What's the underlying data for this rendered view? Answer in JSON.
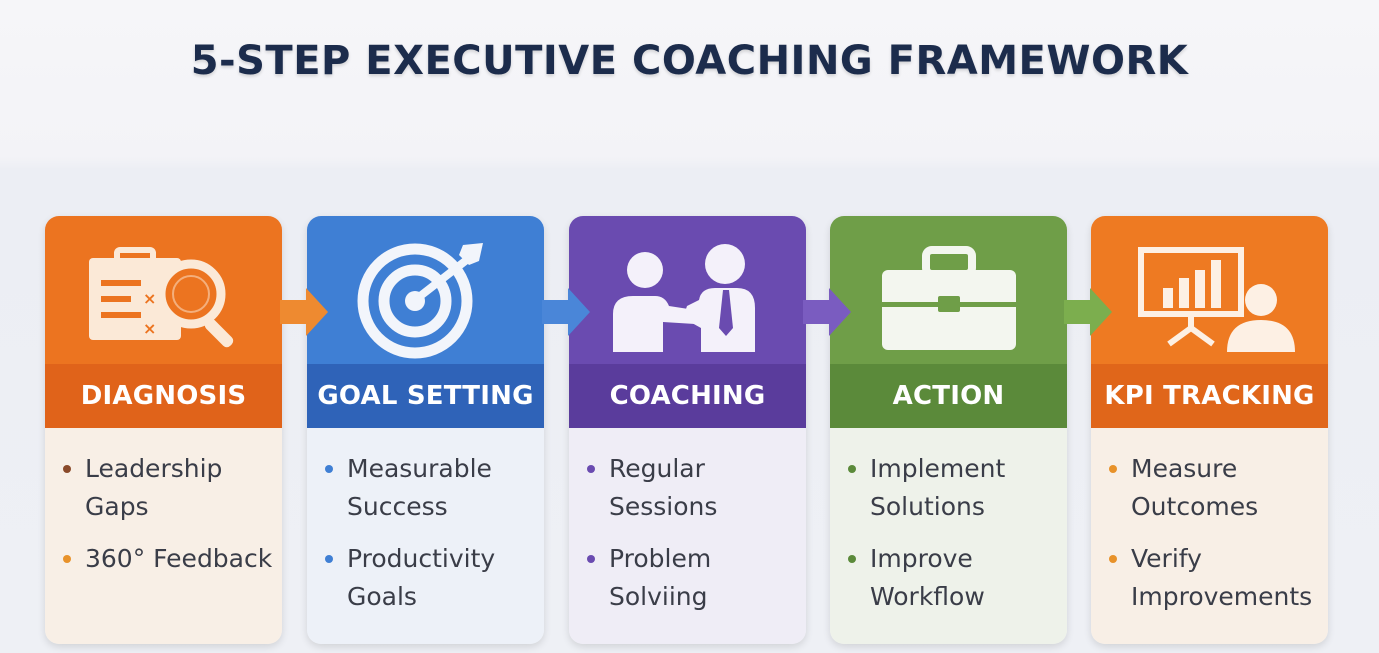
{
  "title": "5-STEP EXECUTIVE COACHING FRAMEWORK",
  "steps": [
    {
      "label": "DIAGNOSIS",
      "icon": "clipboard-magnifier-icon",
      "head_color": "#ec7420",
      "band_color": "#e0631a",
      "body_color": "#f8efe6",
      "dot_colors": [
        "#8a4a2a",
        "#e8922a"
      ],
      "bullets": [
        "Leadership\nGaps",
        "360° Feedback"
      ]
    },
    {
      "label": "GOAL SETTING",
      "icon": "target-arrow-icon",
      "head_color": "#3f7fd4",
      "band_color": "#2f63b8",
      "body_color": "#edf1f8",
      "dot_colors": [
        "#3f7fd4",
        "#3f7fd4"
      ],
      "bullets": [
        "Measurable\nSuccess",
        "Productivity\nGoals"
      ]
    },
    {
      "label": "COACHING",
      "icon": "two-people-icon",
      "head_color": "#6a4bb0",
      "band_color": "#5a3c9c",
      "body_color": "#efedf6",
      "dot_colors": [
        "#6a4bb0",
        "#6a4bb0"
      ],
      "bullets": [
        "Regular\nSessions",
        "Problem\nSolviing"
      ]
    },
    {
      "label": "ACTION",
      "icon": "briefcase-icon",
      "head_color": "#6f9e48",
      "band_color": "#5b8a3a",
      "body_color": "#eef2ea",
      "dot_colors": [
        "#5b8a3a",
        "#5b8a3a"
      ],
      "bullets": [
        "Implement\nSolutions",
        "Improve\nWorkflow"
      ]
    },
    {
      "label": "KPI TRACKING",
      "icon": "presentation-chart-person-icon",
      "head_color": "#ee7a22",
      "band_color": "#e0661a",
      "body_color": "#f8efe6",
      "dot_colors": [
        "#e8922a",
        "#e8922a"
      ],
      "bullets": [
        "Measure\nOutcomes",
        "Verify\nImprovements"
      ]
    }
  ],
  "arrow_colors": [
    "#ee8a30",
    "#4a86d8",
    "#7a5cc0",
    "#7cae4e"
  ]
}
